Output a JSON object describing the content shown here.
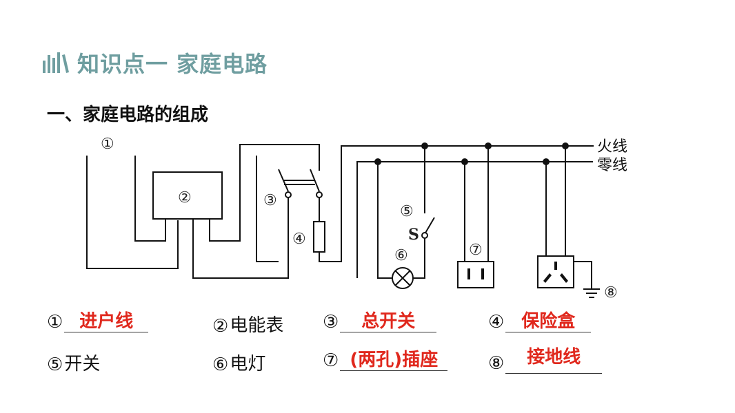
{
  "header": {
    "icon": "books-icon",
    "title": "知识点一  家庭电路",
    "title_color": "#6f9ea0"
  },
  "section": {
    "subtitle": "一、家庭电路的组成"
  },
  "diagram": {
    "markers": [
      "①",
      "②",
      "③",
      "④",
      "⑤",
      "⑥",
      "⑦",
      "⑧"
    ],
    "switch_label": "S",
    "fire_line_label": "火线",
    "neutral_line_label": "零线"
  },
  "answers": {
    "answer_color": "#e0281d",
    "items": [
      {
        "num": "①",
        "text": "进户线",
        "is_answer": true
      },
      {
        "num": "②",
        "text": "电能表",
        "is_answer": false
      },
      {
        "num": "③",
        "text": "总开关",
        "is_answer": true
      },
      {
        "num": "④",
        "text": "保险盒",
        "is_answer": true
      },
      {
        "num": "⑤",
        "text": "开关",
        "is_answer": false
      },
      {
        "num": "⑥",
        "text": "电灯",
        "is_answer": false
      },
      {
        "num": "⑦",
        "text": "(两孔)插座",
        "is_answer": true
      },
      {
        "num": "⑧",
        "text": "接地线",
        "is_answer": true
      }
    ]
  }
}
